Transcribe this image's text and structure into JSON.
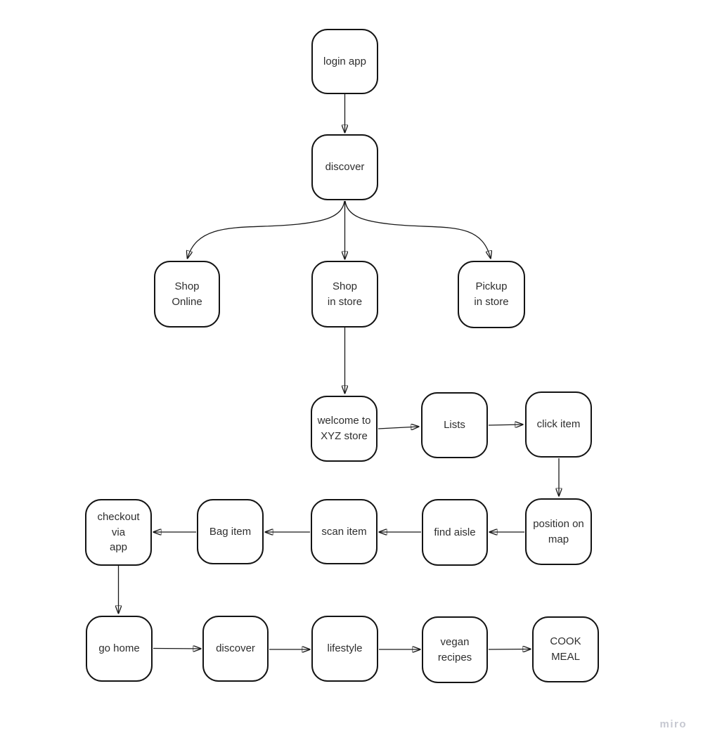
{
  "app": {
    "watermark_label": "miro"
  },
  "diagram": {
    "type": "flowchart",
    "nodes": [
      {
        "id": "login-app",
        "label": "login app"
      },
      {
        "id": "discover-1",
        "label": "discover"
      },
      {
        "id": "shop-online",
        "label": "Shop\nOnline"
      },
      {
        "id": "shop-in-store",
        "label": "Shop\nin store"
      },
      {
        "id": "pickup-in-store",
        "label": "Pickup\nin store"
      },
      {
        "id": "welcome-xyz-store",
        "label": "welcome to\nXYZ store"
      },
      {
        "id": "lists",
        "label": "Lists"
      },
      {
        "id": "click-item",
        "label": "click item"
      },
      {
        "id": "position-on-map",
        "label": "position on\nmap"
      },
      {
        "id": "find-aisle",
        "label": "find aisle"
      },
      {
        "id": "scan-item",
        "label": "scan item"
      },
      {
        "id": "bag-item",
        "label": "Bag item"
      },
      {
        "id": "checkout-via-app",
        "label": "checkout via\napp"
      },
      {
        "id": "go-home",
        "label": "go home"
      },
      {
        "id": "discover-2",
        "label": "discover"
      },
      {
        "id": "lifestyle",
        "label": "lifestyle"
      },
      {
        "id": "vegan-recipes",
        "label": "vegan\nrecipes"
      },
      {
        "id": "cook-meal",
        "label": "COOK MEAL"
      }
    ],
    "edges": [
      {
        "from": "login-app",
        "to": "discover-1"
      },
      {
        "from": "discover-1",
        "to": "shop-online"
      },
      {
        "from": "discover-1",
        "to": "shop-in-store"
      },
      {
        "from": "discover-1",
        "to": "pickup-in-store"
      },
      {
        "from": "shop-in-store",
        "to": "welcome-xyz-store"
      },
      {
        "from": "welcome-xyz-store",
        "to": "lists"
      },
      {
        "from": "lists",
        "to": "click-item"
      },
      {
        "from": "click-item",
        "to": "position-on-map"
      },
      {
        "from": "position-on-map",
        "to": "find-aisle"
      },
      {
        "from": "find-aisle",
        "to": "scan-item"
      },
      {
        "from": "scan-item",
        "to": "bag-item"
      },
      {
        "from": "bag-item",
        "to": "checkout-via-app"
      },
      {
        "from": "checkout-via-app",
        "to": "go-home"
      },
      {
        "from": "go-home",
        "to": "discover-2"
      },
      {
        "from": "discover-2",
        "to": "lifestyle"
      },
      {
        "from": "lifestyle",
        "to": "vegan-recipes"
      },
      {
        "from": "vegan-recipes",
        "to": "cook-meal"
      }
    ],
    "colors": {
      "background": "#ffffff",
      "node_fill": "#ffffff",
      "node_border": "#141414",
      "node_text": "#2e2e2e",
      "connector": "#1a1a1a",
      "watermark": "#c6c8d1"
    }
  }
}
